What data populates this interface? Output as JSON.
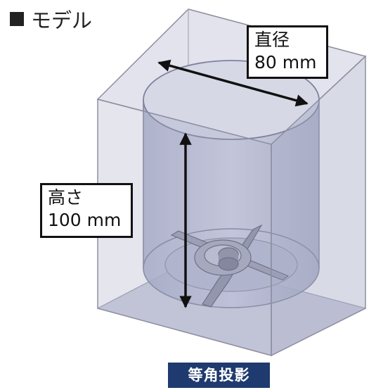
{
  "header": {
    "title": "モデル"
  },
  "labels": {
    "diameter_name": "直径",
    "diameter_value": "80 mm",
    "height_name": "高さ",
    "height_value": "100 mm"
  },
  "footer": {
    "view_label": "等角投影"
  },
  "colors": {
    "banner_bg": "#1f3a6e",
    "dimension_line": "#111111",
    "box_edge": "#8e8ea0"
  }
}
